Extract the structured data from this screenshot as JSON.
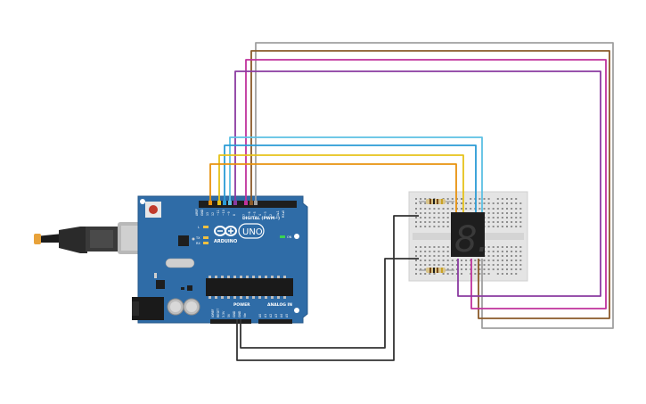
{
  "board": {
    "brand": "ARDUINO",
    "model": "UNO",
    "digital_label": "DIGITAL (PWM~)",
    "power_label": "POWER",
    "analog_label": "ANALOG IN",
    "on_label": "ON",
    "tx_label": "TX",
    "rx_label": "RX",
    "l_label": "L",
    "aref_label": "AREF",
    "gnd_label": "GND",
    "pin13": "13",
    "pin12": "12",
    "pin11": "~11",
    "pin10": "~10",
    "pin9": "~9",
    "pin8": "8",
    "pin7": "7",
    "pin6": "~6",
    "pin5": "~5",
    "pin4": "4",
    "pin3": "~3",
    "pin2": "2",
    "tx1": "TX▸1",
    "rx0": "RX◂0",
    "ioref": "IOREF",
    "reset": "RESET",
    "v33": "3.3V",
    "v5": "5V",
    "gnd1": "GND",
    "gnd2": "GND",
    "vin": "Vin",
    "a0": "A0",
    "a1": "A1",
    "a2": "A2",
    "a3": "A3",
    "a4": "A4",
    "a5": "A5"
  },
  "display": {
    "digit": "8."
  },
  "colors": {
    "board": "#2f6ca7",
    "breadboard": "#e4e4e4",
    "wire_orange": "#e8920f",
    "wire_yellow": "#e6c21a",
    "wire_blue": "#2a9bd5",
    "wire_lightblue": "#5cc0e4",
    "wire_purple": "#8a3aa0",
    "wire_magenta": "#c0329c",
    "wire_brown": "#8a5a2a",
    "wire_gray": "#a0a0a0",
    "wire_black": "#333333"
  }
}
